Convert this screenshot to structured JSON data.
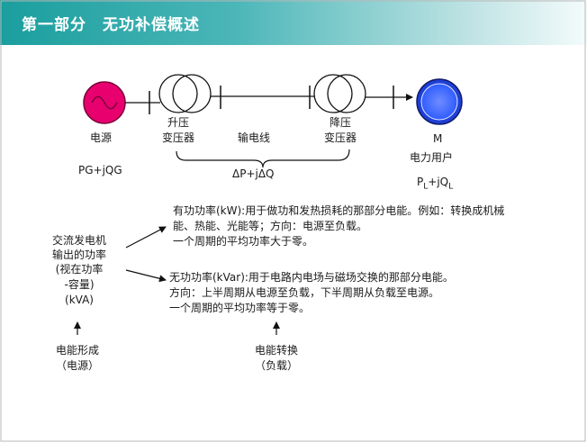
{
  "header": {
    "title": "第一部分　无功补偿概述"
  },
  "diagram": {
    "source_label": "电源",
    "step_up_line1": "升压",
    "step_up_line2": "变压器",
    "line_label": "输电线",
    "step_down_line1": "降压",
    "step_down_line2": "变压器",
    "motor_symbol": "M",
    "load_label": "电力用户",
    "source_power": "PG+jQG",
    "loss": "ΔP+jΔQ",
    "load_power_p": "P",
    "load_power_p_sub": "L",
    "load_power_plus": "+jQ",
    "load_power_q_sub": "L"
  },
  "alternator": {
    "line1": "交流发电机",
    "line2": "输出的功率",
    "line3": "(视在功率",
    "line4": "-容量)",
    "line5": "(kVA)"
  },
  "active_power": {
    "line1": "有功功率(kW):用于做功和发热损耗的那部分电能。例如：转换成机械",
    "line2": "能、热能、光能等；方向：电源至负载。",
    "line3": "一个周期的平均功率大于零。"
  },
  "reactive_power": {
    "line1": "无功功率(kVar):用于电路内电场与磁场交换的那部分电能。",
    "line2": "方向：上半周期从电源至负载，下半周期从负载至电源。",
    "line3": "一个周期的平均功率等于零。"
  },
  "bottom": {
    "formation_line1": "电能形成",
    "formation_line2": "（电源）",
    "conversion_line1": "电能转换",
    "conversion_line2": "（负载）"
  },
  "colors": {
    "header_teal": "#1b9e9e",
    "generator_fill": "#e8006f",
    "motor_fill": "#2f5cff"
  }
}
